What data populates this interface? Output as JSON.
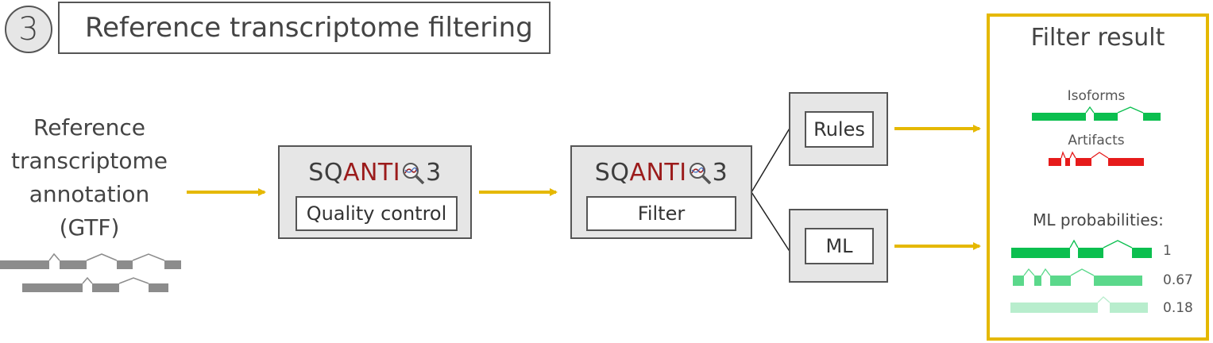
{
  "step": {
    "number": "3",
    "title": "Reference transcriptome filtering"
  },
  "reference": {
    "line1": "Reference",
    "line2": "transcriptome",
    "line3": "annotation",
    "line4": "(GTF)"
  },
  "qc": {
    "logo_a": "SQ",
    "logo_b": "ANTI",
    "logo_c": "3",
    "label": "Quality control"
  },
  "filter": {
    "logo_a": "SQ",
    "logo_b": "ANTI",
    "logo_c": "3",
    "label": "Filter"
  },
  "methods": {
    "rules": "Rules",
    "ml": "ML"
  },
  "result": {
    "title": "Filter result",
    "isoforms": "Isoforms",
    "artifacts": "Artifacts",
    "ml_title": "ML probabilities:",
    "probs": [
      "1",
      "0.67",
      "0.18"
    ]
  },
  "colors": {
    "arrow": "#e5b800",
    "isoform": "#0bbf4f",
    "artifact": "#e61b1b",
    "ml_1": "#0bbf4f",
    "ml_067": "#5bd88b",
    "ml_018": "#b8edcd",
    "reference_exon": "#8c8c8c",
    "logo_red": "#9b1b1b"
  },
  "icons": {
    "logo_glyph": "magnifier-icon"
  }
}
